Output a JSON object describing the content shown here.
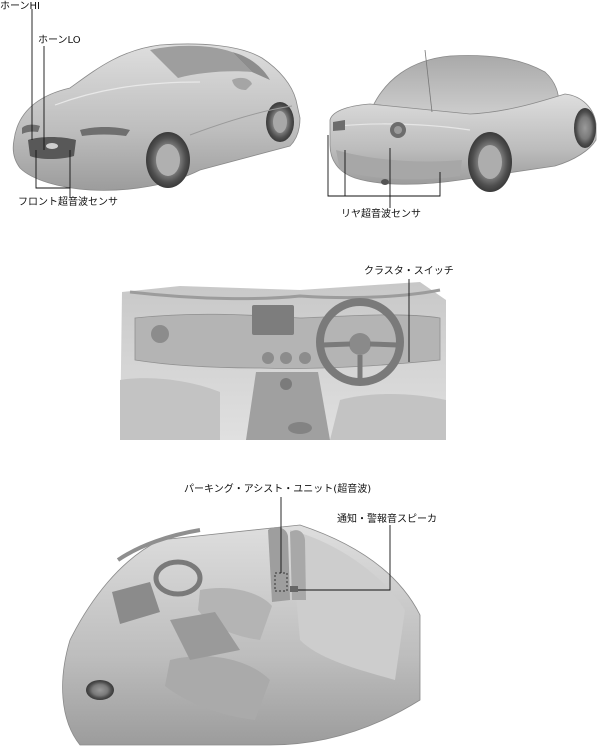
{
  "labels": {
    "horn_hi": "ホーンHI",
    "horn_lo": "ホーンLO",
    "front_sensor": "フロント超音波センサ",
    "rear_sensor": "リヤ超音波センサ",
    "cluster_switch": "クラスタ・スイッチ",
    "parking_assist_unit": "パーキング・アシスト・ユニット(超音波)",
    "warning_speaker": "通知・警報音スピーカ"
  },
  "colors": {
    "body_light": "#d2d2d2",
    "body_mid": "#b9b9b9",
    "body_dark": "#8f8f8f",
    "line": "#111111"
  }
}
